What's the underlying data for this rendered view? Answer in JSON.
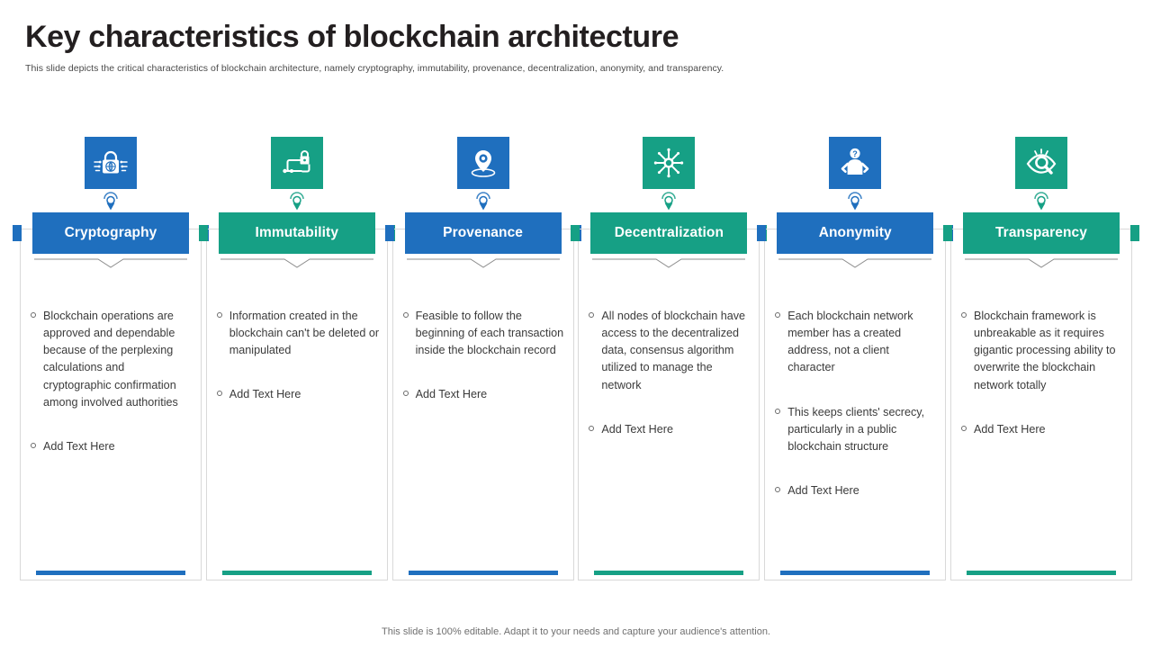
{
  "header": {
    "title": "Key characteristics of blockchain architecture",
    "subtitle": "This slide depicts the critical characteristics of blockchain architecture, namely cryptography, immutability, provenance, decentralization, anonymity, and transparency."
  },
  "footer": {
    "note": "This slide is 100% editable. Adapt it to your needs and capture your audience's attention."
  },
  "colors": {
    "blue": "#1f6fbe",
    "teal": "#16a085",
    "title": "#231f20",
    "body_text": "#3b3b3b",
    "card_border": "#d9d9d9",
    "rule": "#8d8d8d"
  },
  "columns": [
    {
      "label": "Cryptography",
      "color": "#1f6fbe",
      "icon": "lock-globe-icon",
      "bullets": [
        "Blockchain operations are approved and dependable because of the perplexing calculations and cryptographic confirmation among involved authorities",
        "Add Text Here"
      ]
    },
    {
      "label": "Immutability",
      "color": "#16a085",
      "icon": "lock-circuit-icon",
      "bullets": [
        "Information created in the blockchain can't be deleted or manipulated",
        "Add Text Here"
      ]
    },
    {
      "label": "Provenance",
      "color": "#1f6fbe",
      "icon": "location-pin-icon",
      "bullets": [
        "Feasible to follow the beginning of each transaction inside the blockchain record",
        "Add Text Here"
      ]
    },
    {
      "label": "Decentralization",
      "color": "#16a085",
      "icon": "network-hub-icon",
      "bullets": [
        "All nodes of blockchain have access to the decentralized data, consensus algorithm utilized to manage the network",
        "Add Text Here"
      ]
    },
    {
      "label": "Anonymity",
      "color": "#1f6fbe",
      "icon": "anonymous-person-icon",
      "bullets": [
        "Each blockchain network member has a created address, not a client character",
        "This keeps clients' secrecy, particularly in a public blockchain structure",
        "Add Text Here"
      ]
    },
    {
      "label": "Transparency",
      "color": "#16a085",
      "icon": "eye-magnifier-icon",
      "bullets": [
        "Blockchain framework is unbreakable as it requires gigantic processing ability to overwrite the blockchain network totally",
        "Add Text Here"
      ]
    }
  ]
}
